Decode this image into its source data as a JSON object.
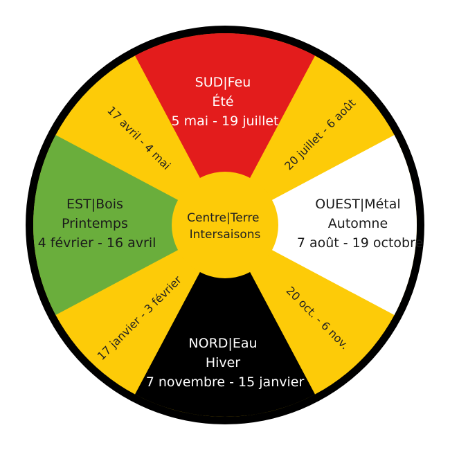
{
  "colors": {
    "outer_ring": "#000000",
    "between": "#FDCB08",
    "center": "#FDCB08"
  },
  "segments": [
    {
      "id": "south",
      "color": "#E31C1C",
      "text_color": "#FFFFFF",
      "lines": [
        "SUD|Feu",
        "Été",
        "5 mai - 19 juillet"
      ]
    },
    {
      "id": "west",
      "color": "#FFFFFF",
      "text_color": "#1A1A1A",
      "lines": [
        "OUEST|Métal",
        "Automne",
        "7 août - 19 octobre"
      ]
    },
    {
      "id": "north",
      "color": "#000000",
      "text_color": "#FFFFFF",
      "lines": [
        "NORD|Eau",
        "Hiver",
        "7 novembre - 15 janvier"
      ]
    },
    {
      "id": "east",
      "color": "#6AAE3C",
      "text_color": "#1A1A1A",
      "lines": [
        "EST|Bois",
        "Printemps",
        "4 février - 16 avril"
      ]
    }
  ],
  "transitions": [
    {
      "id": "south-west",
      "label": "20 juillet - 6 août"
    },
    {
      "id": "west-north",
      "label": "20 oct. - 6 nov."
    },
    {
      "id": "north-east",
      "label": "17 janvier - 3 février"
    },
    {
      "id": "east-south",
      "label": "17 avril - 4 mai"
    }
  ],
  "center": {
    "lines": [
      "Centre|Terre",
      "Intersaisons"
    ]
  }
}
